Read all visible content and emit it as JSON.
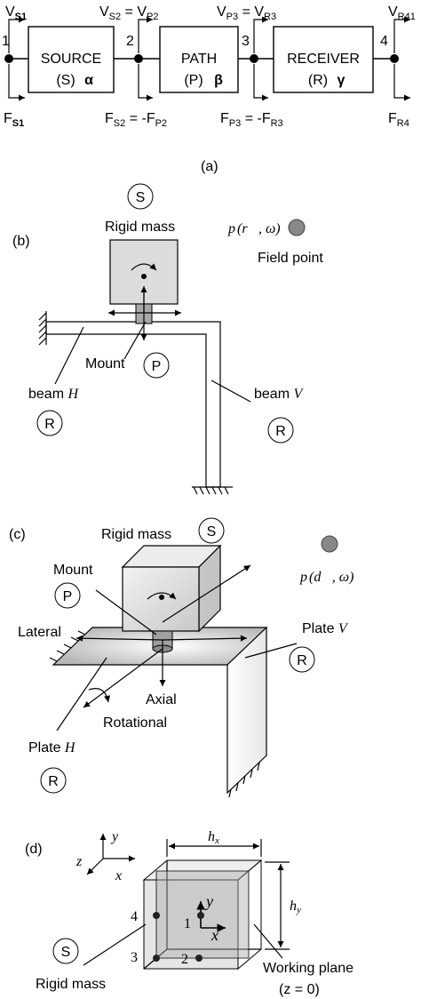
{
  "a": {
    "boxes": [
      {
        "title": "SOURCE",
        "sub": "(S)",
        "greek": "α"
      },
      {
        "title": "PATH",
        "sub": "(P)",
        "greek": "β"
      },
      {
        "title": "RECEIVER",
        "sub": "(R)",
        "greek": "γ"
      }
    ],
    "nodes": [
      "1",
      "2",
      "3",
      "4"
    ],
    "v_top": [
      {
        "main": "V",
        "sub": "S1"
      },
      {
        "main": "V",
        "sub": "S2",
        "eq": " = V",
        "sub2": "P2"
      },
      {
        "main": "V",
        "sub": "P3",
        "eq": " = V",
        "sub2": "R3"
      },
      {
        "main": "V",
        "sub": "R41"
      }
    ],
    "f_bottom": [
      {
        "main": "F",
        "sub": "S1"
      },
      {
        "main": "F",
        "sub": "S2",
        "eq": " = -F",
        "sub2": "P2"
      },
      {
        "main": "F",
        "sub": "P3",
        "eq": " = -F",
        "sub2": "R3"
      },
      {
        "main": "F",
        "sub": "R4"
      }
    ],
    "caption": "(a)"
  },
  "b": {
    "tag": "(b)",
    "S": "S",
    "rigid": "Rigid mass",
    "field_p": "p",
    "field_args": "(r⃗, ω)",
    "field_label": "Field point",
    "mount": "Mount",
    "P": "P",
    "beamH": "beam",
    "beamH_var": "H",
    "beamV": "beam",
    "beamV_var": "V",
    "R": "R"
  },
  "c": {
    "tag": "(c)",
    "rigid": "Rigid mass",
    "S": "S",
    "mount": "Mount",
    "P": "P",
    "field_p": "p",
    "field_args": "(d⃗, ω)",
    "lateral": "Lateral",
    "plateV": "Plate",
    "plateV_var": "V",
    "R": "R",
    "axial": "Axial",
    "rotational": "Rotational",
    "plateH": "Plate",
    "plateH_var": "H"
  },
  "d": {
    "tag": "(d)",
    "y": "y",
    "z": "z",
    "x": "x",
    "hx": "h",
    "hx_sub": "x",
    "hy": "h",
    "hy_sub": "y",
    "n1": "1",
    "n2": "2",
    "n3": "3",
    "n4": "4",
    "S": "S",
    "rigid": "Rigid mass",
    "working": "Working plane",
    "zeq": "(z = 0)"
  },
  "colors": {
    "grey_dot": "#888888",
    "mass_fill": "#dedede",
    "mount_fill": "#a8a8a8",
    "plate_fill": "#d8d8d8"
  }
}
